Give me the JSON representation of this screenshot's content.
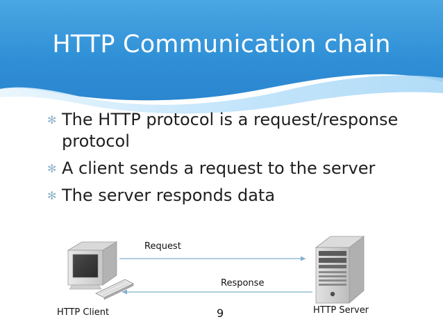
{
  "slide": {
    "title": "HTTP Communication chain",
    "bullets": [
      "The HTTP protocol is a request/response protocol",
      "A client sends a request to the server",
      "The server responds data"
    ],
    "bullet_symbol": "✻"
  },
  "diagram": {
    "client_label": "HTTP Client",
    "server_label": "HTTP Server",
    "request_label": "Request",
    "response_label": "Response"
  },
  "page_number": "9",
  "colors": {
    "header_blue": "#2f8fd6",
    "header_light": "#bfe3fb",
    "arrow": "#7fb0cc"
  },
  "icons": [
    "desktop-computer-icon",
    "keyboard-icon",
    "server-tower-icon"
  ]
}
